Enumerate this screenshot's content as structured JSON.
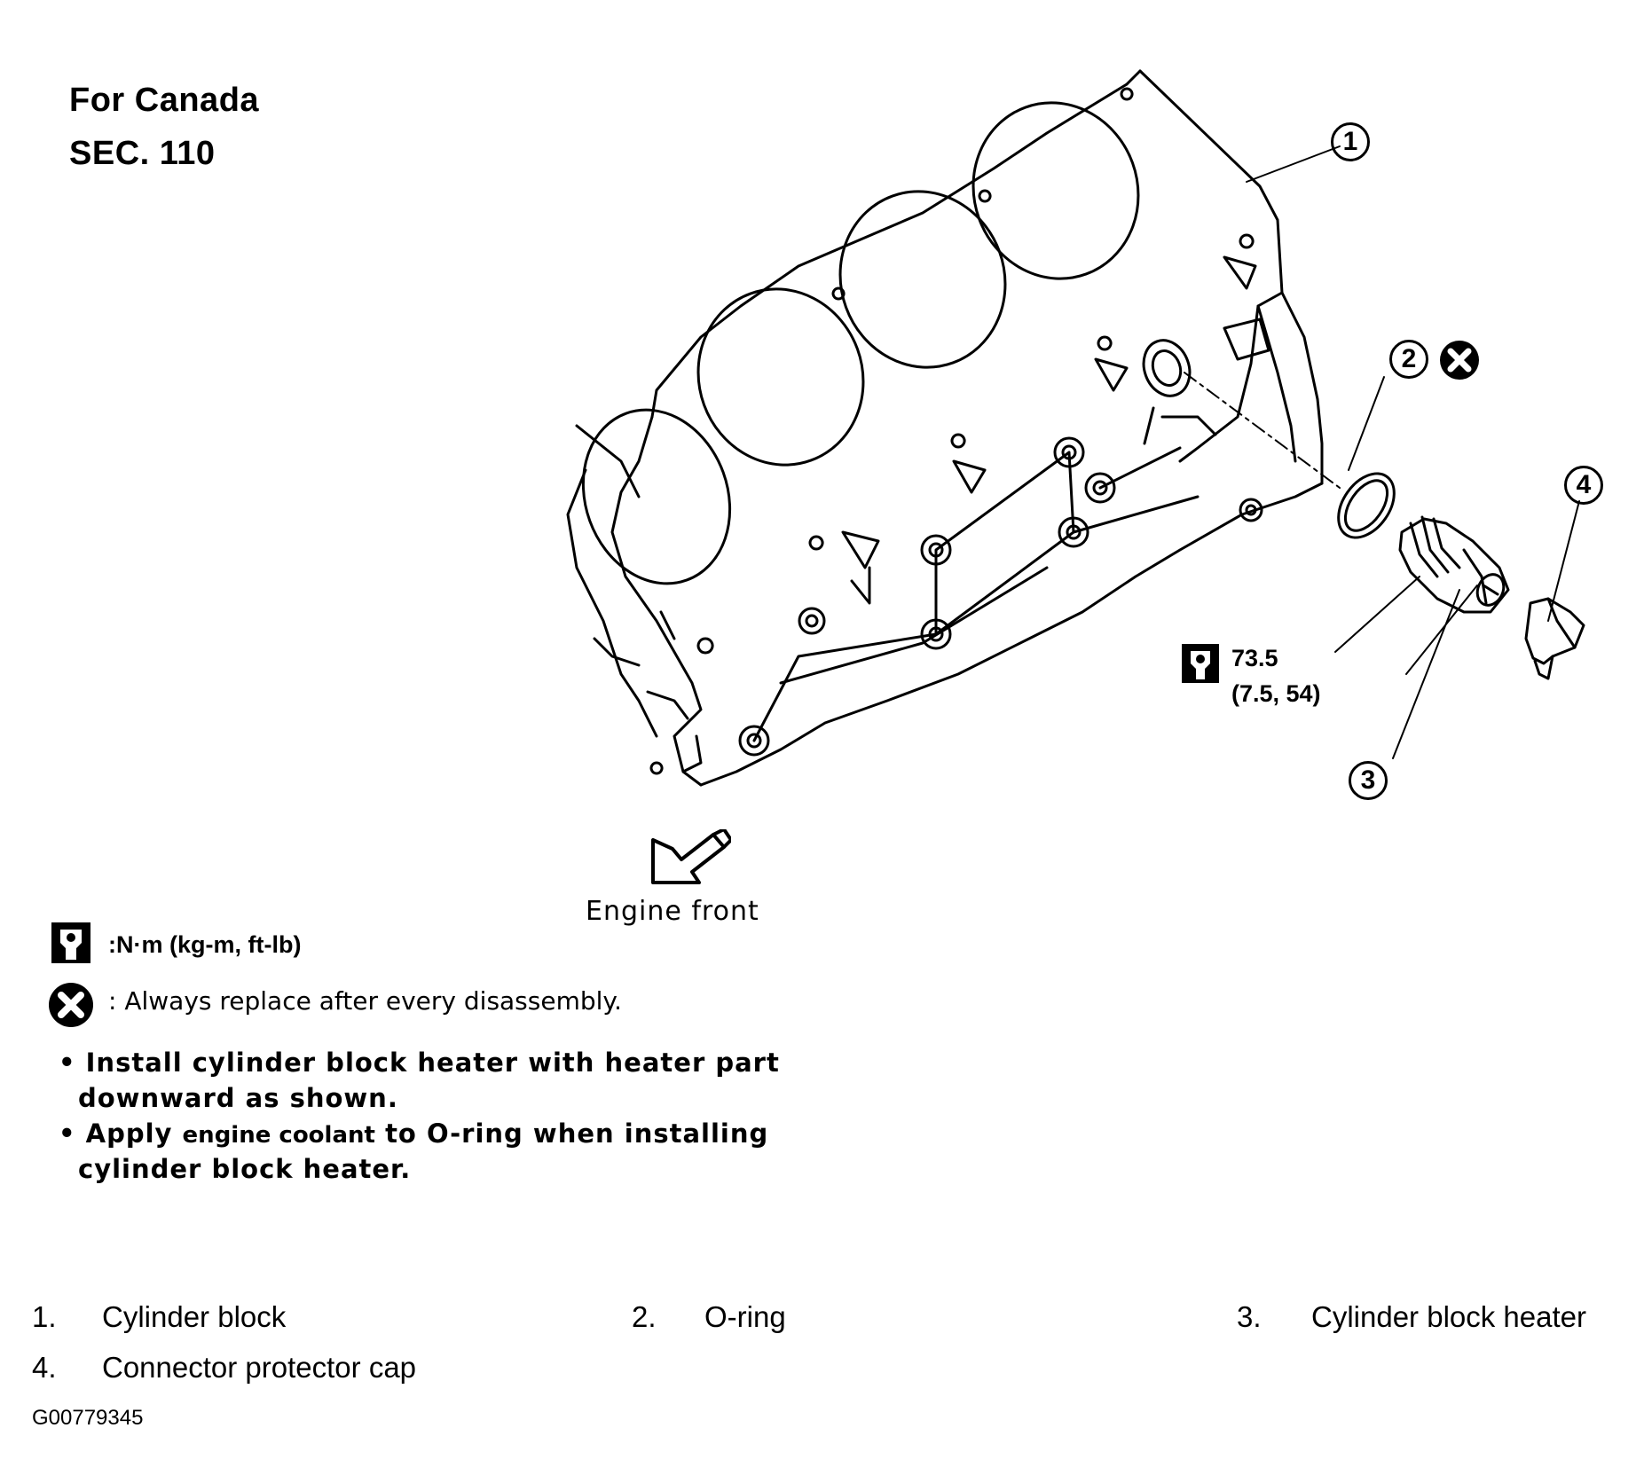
{
  "header": {
    "region": "For Canada",
    "section": "SEC. 110"
  },
  "callouts": {
    "c1": "1",
    "c2": "2",
    "c3": "3",
    "c4": "4"
  },
  "torque": {
    "value": "73.5",
    "sub": "(7.5, 54)"
  },
  "engine_front": {
    "label": "Engine front"
  },
  "legend": {
    "torque_units": ":N·m (kg-m, ft-lb)",
    "replace_note": ": Always replace after every disassembly."
  },
  "notes": {
    "n1_line1": "• Install cylinder block heater with heater part",
    "n1_line2": "downward as shown.",
    "n2_line1_a": "• Apply",
    "n2_line1_b": "engine coolant",
    "n2_line1_c": "to O-ring when installing",
    "n2_line2": "cylinder block heater."
  },
  "parts": [
    {
      "num": "1.",
      "name": "Cylinder block"
    },
    {
      "num": "2.",
      "name": "O-ring"
    },
    {
      "num": "3.",
      "name": "Cylinder block heater"
    },
    {
      "num": "4.",
      "name": "Connector protector cap"
    }
  ],
  "figure_id": "G00779345",
  "icons": {
    "torque": "torque-wrench-icon",
    "replace": "replace-x-icon",
    "arrow": "engine-front-arrow-icon"
  }
}
